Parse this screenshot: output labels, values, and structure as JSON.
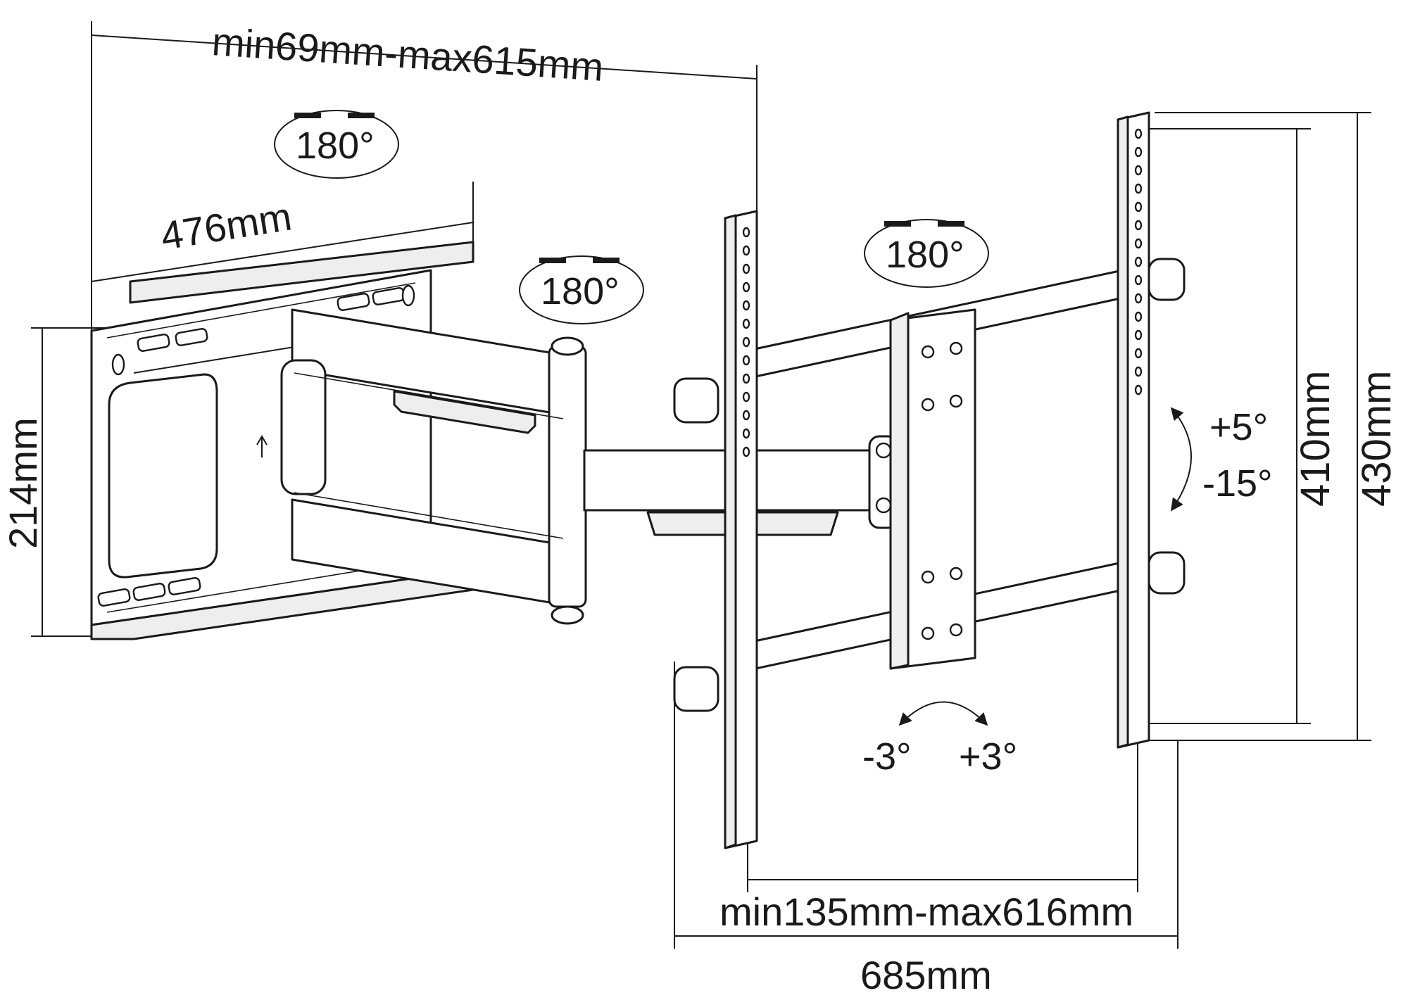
{
  "dimensions": {
    "wall_arm_extension": "min69mm-max615mm",
    "wall_plate_width": "476mm",
    "wall_plate_height": "214mm",
    "tv_bracket_spread": "min135mm-max616mm",
    "total_width": "685mm",
    "tv_arm_inner_height": "410mm",
    "tv_arm_outer_height": "430mm"
  },
  "rotations": {
    "swivel_1": "180°",
    "swivel_2": "180°",
    "swivel_3": "180°",
    "tilt_up": "+5°",
    "tilt_down": "-15°",
    "level_left": "-3°",
    "level_right": "+3°"
  },
  "colors": {
    "line": "#1a1a1a",
    "fill": "#ffffff",
    "shade": "#eeeeee"
  }
}
